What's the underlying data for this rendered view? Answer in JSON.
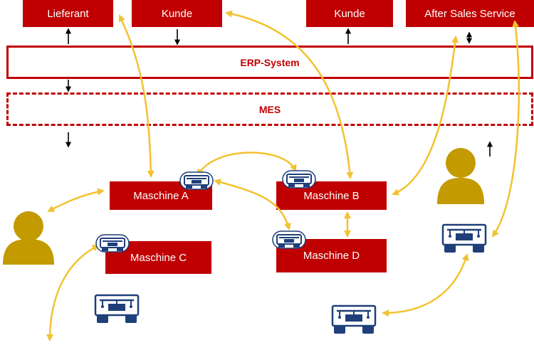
{
  "top": {
    "lieferant": "Lieferant",
    "kunde_left": "Kunde",
    "kunde_right": "Kunde",
    "after_sales": "After Sales Service"
  },
  "layers": {
    "erp": "ERP-System",
    "mes": "MES"
  },
  "machines": {
    "a": "Maschine A",
    "b": "Maschine B",
    "c": "Maschine C",
    "d": "Maschine D"
  },
  "icons": {
    "person": "person-icon",
    "device": "device-icon",
    "arrow": "arrow-icon"
  },
  "colors": {
    "box_red": "#c00000",
    "link_yellow": "#f2c230",
    "person_gold": "#c39a00",
    "device_navy": "#1f3f7a"
  }
}
